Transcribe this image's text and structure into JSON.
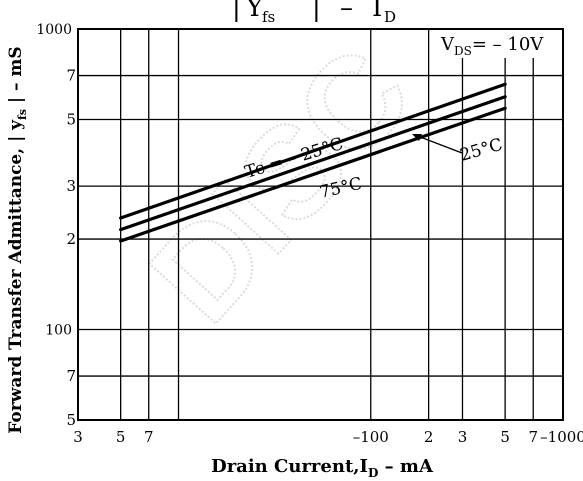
{
  "chart_data": {
    "type": "line",
    "title": "| Y_fs | – I_D",
    "title_parts": [
      "|",
      "Y",
      "fs",
      "|",
      "–",
      "I",
      "D"
    ],
    "condition_label": {
      "main": "V",
      "sub": "DS",
      "rest": "= – 10V"
    },
    "xlabel": {
      "main": "Drain Current,I",
      "sub": "D",
      "rest": " – mA"
    },
    "ylabel": {
      "main": "Forward Transfer Admittance, | y",
      "sub": "fs",
      "rest": " |  – mS"
    },
    "x_scale": "log",
    "y_scale": "log",
    "xlim": [
      -3,
      -1000
    ],
    "ylim": [
      50,
      1000
    ],
    "x_ticks": [
      {
        "value": -3,
        "label": "3"
      },
      {
        "value": -5,
        "label": "5"
      },
      {
        "value": -7,
        "label": "7"
      },
      {
        "value": -10,
        "label": ""
      },
      {
        "value": -100,
        "label": "–100"
      },
      {
        "value": -200,
        "label": "2"
      },
      {
        "value": -300,
        "label": "3"
      },
      {
        "value": -500,
        "label": "5"
      },
      {
        "value": -700,
        "label": "7"
      },
      {
        "value": -1000,
        "label": "–1000"
      }
    ],
    "y_ticks": [
      {
        "value": 1000,
        "label": "1000"
      },
      {
        "value": 700,
        "label": "7"
      },
      {
        "value": 500,
        "label": "5"
      },
      {
        "value": 300,
        "label": "3"
      },
      {
        "value": 200,
        "label": "2"
      },
      {
        "value": 100,
        "label": "100"
      },
      {
        "value": 70,
        "label": "7"
      },
      {
        "value": 50,
        "label": "5"
      }
    ],
    "grid": true,
    "series": [
      {
        "name": "Tc = – 25°C",
        "x": [
          -5,
          -500
        ],
        "y": [
          235,
          655
        ]
      },
      {
        "name": "25°C",
        "x": [
          -5,
          -500
        ],
        "y": [
          215,
          595
        ]
      },
      {
        "name": "75°C",
        "x": [
          -5,
          -500
        ],
        "y": [
          197,
          545
        ]
      }
    ],
    "annotations": [
      "Tc = – 25°C",
      "25°C",
      "75°C"
    ],
    "watermark": "DISC"
  }
}
